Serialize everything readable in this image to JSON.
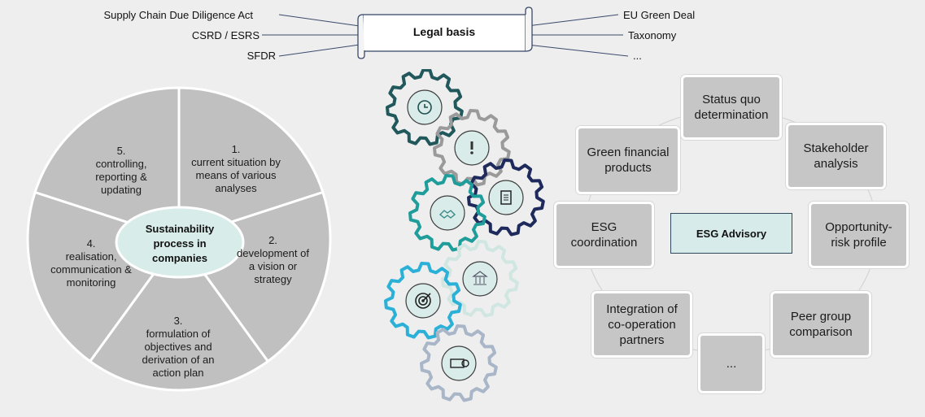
{
  "legal": {
    "title": "Legal basis",
    "left": [
      "Supply Chain Due Diligence Act",
      "CSRD / ESRS",
      "SFDR"
    ],
    "right": [
      "EU Green Deal",
      "Taxonomy",
      "..."
    ]
  },
  "process": {
    "hub": "Sustainability process in companies",
    "segments": [
      {
        "num": "1.",
        "text": "current situation by means of various analyses"
      },
      {
        "num": "2.",
        "text": "development of a vision or strategy"
      },
      {
        "num": "3.",
        "text": "formulation of objectives and derivation of an action plan"
      },
      {
        "num": "4.",
        "text": "realisation, communication & monitoring"
      },
      {
        "num": "5.",
        "text": "controlling, reporting & updating"
      }
    ]
  },
  "gears": [
    {
      "icon": "clock-icon",
      "color": "#21585c"
    },
    {
      "icon": "exclamation-icon",
      "color": "#9a9a9a"
    },
    {
      "icon": "document-icon",
      "color": "#1f2a5c"
    },
    {
      "icon": "handshake-icon",
      "color": "#1e9d9a"
    },
    {
      "icon": "bank-icon",
      "color": "#cfe6e1"
    },
    {
      "icon": "target-icon",
      "color": "#2bb0d8"
    },
    {
      "icon": "certificate-icon",
      "color": "#a8b6c8"
    }
  ],
  "advisory": {
    "center": "ESG Advisory",
    "items": [
      "Status quo determination",
      "Stakeholder analysis",
      "Opportunity-risk profile",
      "Peer group comparison",
      "...",
      "Integration of co-operation partners",
      "ESG coordination",
      "Green financial products"
    ]
  }
}
